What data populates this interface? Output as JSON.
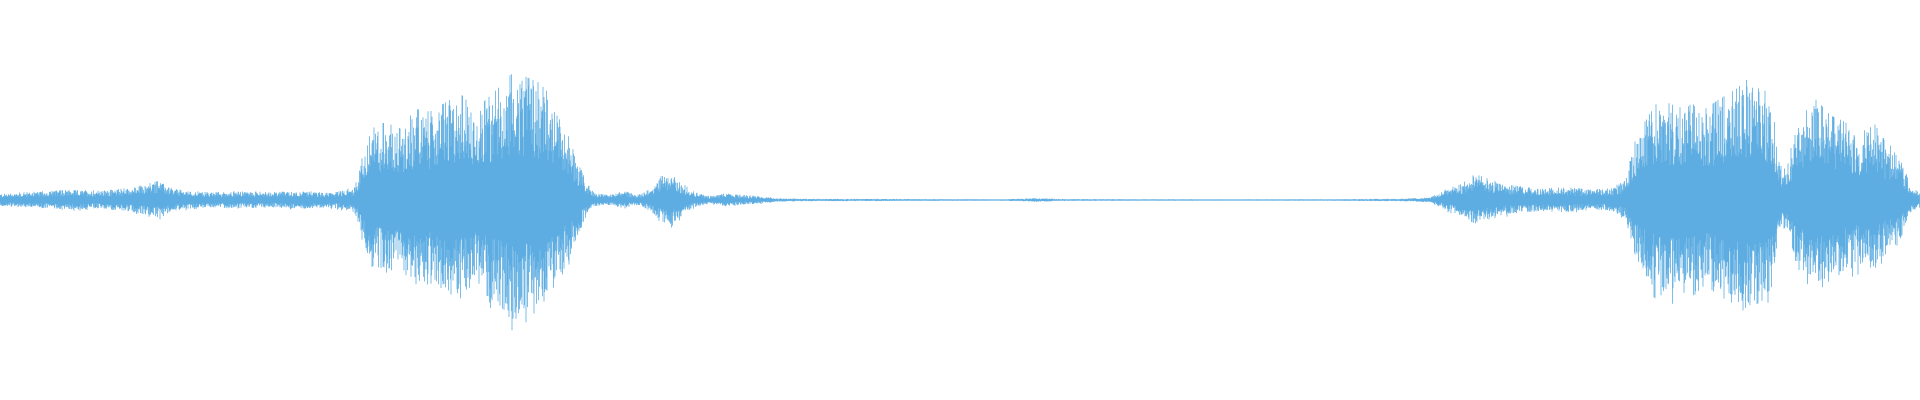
{
  "waveform": {
    "color": "#5dade2",
    "background": "#ffffff",
    "envelope": [
      [
        0,
        0.05
      ],
      [
        25,
        0.06
      ],
      [
        50,
        0.07
      ],
      [
        75,
        0.08
      ],
      [
        100,
        0.07
      ],
      [
        125,
        0.09
      ],
      [
        145,
        0.12
      ],
      [
        160,
        0.15
      ],
      [
        170,
        0.09
      ],
      [
        190,
        0.07
      ],
      [
        210,
        0.06
      ],
      [
        240,
        0.07
      ],
      [
        270,
        0.06
      ],
      [
        300,
        0.07
      ],
      [
        330,
        0.06
      ],
      [
        345,
        0.08
      ],
      [
        355,
        0.1
      ],
      [
        362,
        0.35
      ],
      [
        372,
        0.55
      ],
      [
        385,
        0.6
      ],
      [
        400,
        0.55
      ],
      [
        415,
        0.7
      ],
      [
        430,
        0.68
      ],
      [
        445,
        0.75
      ],
      [
        460,
        0.82
      ],
      [
        475,
        0.7
      ],
      [
        490,
        0.8
      ],
      [
        505,
        0.92
      ],
      [
        515,
        1.0
      ],
      [
        525,
        0.95
      ],
      [
        540,
        0.9
      ],
      [
        555,
        0.75
      ],
      [
        565,
        0.55
      ],
      [
        575,
        0.35
      ],
      [
        585,
        0.15
      ],
      [
        595,
        0.05
      ],
      [
        610,
        0.04
      ],
      [
        625,
        0.07
      ],
      [
        635,
        0.04
      ],
      [
        650,
        0.08
      ],
      [
        660,
        0.18
      ],
      [
        670,
        0.2
      ],
      [
        680,
        0.14
      ],
      [
        695,
        0.06
      ],
      [
        710,
        0.03
      ],
      [
        725,
        0.05
      ],
      [
        740,
        0.04
      ],
      [
        760,
        0.03
      ],
      [
        775,
        0.015
      ],
      [
        800,
        0.01
      ],
      [
        900,
        0.008
      ],
      [
        1000,
        0.006
      ],
      [
        1040,
        0.015
      ],
      [
        1060,
        0.008
      ],
      [
        1150,
        0.006
      ],
      [
        1250,
        0.005
      ],
      [
        1320,
        0.006
      ],
      [
        1400,
        0.01
      ],
      [
        1430,
        0.02
      ],
      [
        1445,
        0.08
      ],
      [
        1460,
        0.12
      ],
      [
        1475,
        0.2
      ],
      [
        1490,
        0.16
      ],
      [
        1505,
        0.12
      ],
      [
        1525,
        0.1
      ],
      [
        1545,
        0.09
      ],
      [
        1565,
        0.1
      ],
      [
        1590,
        0.08
      ],
      [
        1610,
        0.09
      ],
      [
        1625,
        0.15
      ],
      [
        1635,
        0.45
      ],
      [
        1648,
        0.65
      ],
      [
        1660,
        0.78
      ],
      [
        1675,
        0.72
      ],
      [
        1690,
        0.82
      ],
      [
        1705,
        0.7
      ],
      [
        1720,
        0.78
      ],
      [
        1735,
        0.85
      ],
      [
        1750,
        0.95
      ],
      [
        1762,
        0.88
      ],
      [
        1772,
        0.75
      ],
      [
        1778,
        0.3
      ],
      [
        1785,
        0.25
      ],
      [
        1795,
        0.5
      ],
      [
        1805,
        0.68
      ],
      [
        1815,
        0.78
      ],
      [
        1830,
        0.65
      ],
      [
        1845,
        0.6
      ],
      [
        1860,
        0.52
      ],
      [
        1875,
        0.58
      ],
      [
        1885,
        0.45
      ],
      [
        1900,
        0.35
      ],
      [
        1910,
        0.1
      ],
      [
        1920,
        0.06
      ]
    ]
  }
}
